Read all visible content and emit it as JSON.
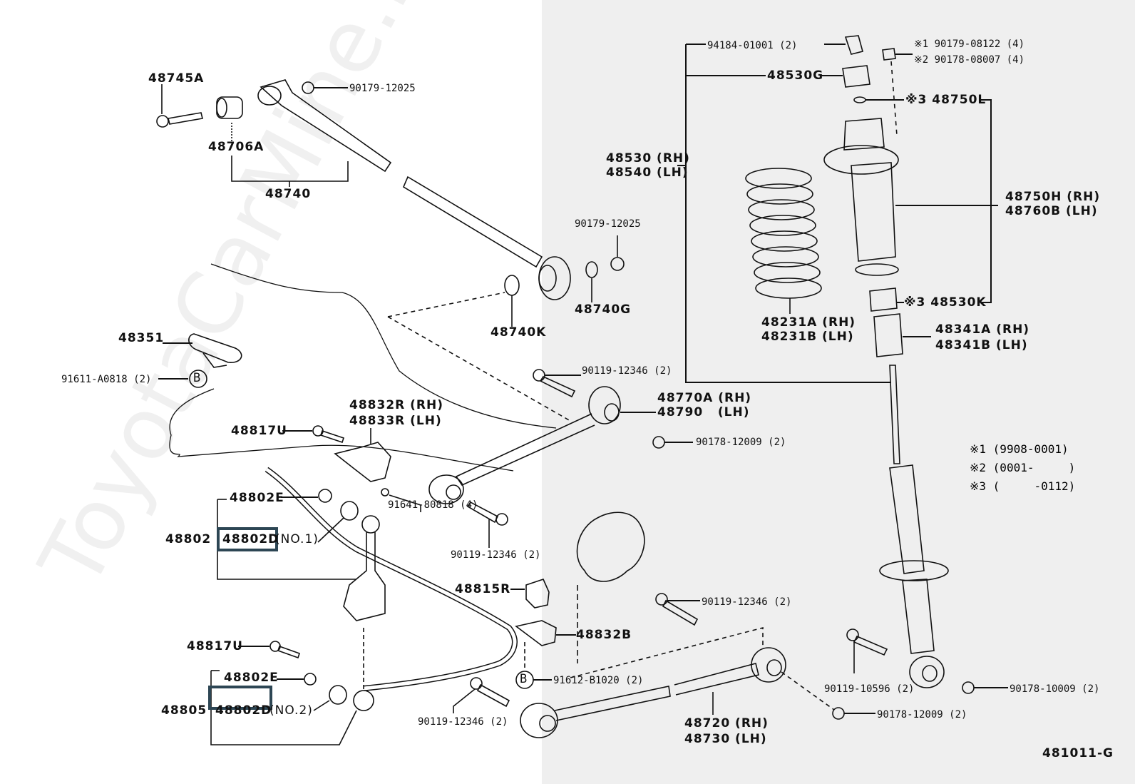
{
  "diagram": {
    "title_code": "481011-G",
    "watermark": "ToyotaCarMine.ru",
    "highlight_color": "#2d4654",
    "background_split_colors": [
      "#ffffff",
      "#efefef"
    ],
    "labels": {
      "p48745A": "48745A",
      "p48706A": "48706A",
      "p48740": "48740",
      "p90179_12025_top": "90179-12025",
      "p90179_12025_mid": "90179-12025",
      "p48740G": "48740G",
      "p48740K": "48740K",
      "p48351": "48351",
      "p91611_A0818": "91611-A0818 (2)",
      "p48832R": "48832R (RH)",
      "p48833R": "48833R (LH)",
      "p48817U_top": "48817U",
      "p48802E_top": "48802E",
      "p48802": "48802",
      "p48802D_1": "48802D",
      "p48802D_1_suffix": "(NO.1)",
      "p91641_80818": "91641-80818 (4)",
      "p90119_12346_a": "90119-12346 (2)",
      "p90119_12346_b": "90119-12346 (2)",
      "p90119_12346_c": "90119-12346 (2)",
      "p90119_12346_d": "90119-12346 (2)",
      "p48770A": "48770A (RH)",
      "p48790": "48790   (LH)",
      "p90178_12009_a": "90178-12009 (2)",
      "p90178_12009_b": "90178-12009 (2)",
      "p48815R": "48815R",
      "p48832B": "48832B",
      "p91612_B1020": "91612-B1020 (2)",
      "p48817U_bot": "48817U",
      "p48802E_bot": "48802E",
      "p48805": "48805",
      "p48802D_2": "48802D",
      "p48802D_2_suffix": "(NO.2)",
      "p48720": "48720 (RH)",
      "p48730": "48730 (LH)",
      "p90119_10596": "90119-10596 (2)",
      "p90178_10009": "90178-10009 (2)",
      "p94184_01001": "94184-01001 (2)",
      "p48530G": "48530G",
      "p90179_08122": "※1 90179-08122 (4)",
      "p90178_08007": "※2 90178-08007 (4)",
      "p48750L": "※3 48750L",
      "p48530": "48530 (RH)",
      "p48540": "48540 (LH)",
      "p48750H": "48750H (RH)",
      "p48760B": "48760B (LH)",
      "p48231A": "48231A (RH)",
      "p48231B": "48231B (LH)",
      "p48530K": "※3 48530K",
      "p48341A": "48341A (RH)",
      "p48341B": "48341B (LH)",
      "ref_B_1": "B",
      "ref_B_2": "B"
    },
    "notes": [
      "※1 (9908-0001)",
      "※2 (0001-     )",
      "※3 (     -0112)"
    ]
  }
}
